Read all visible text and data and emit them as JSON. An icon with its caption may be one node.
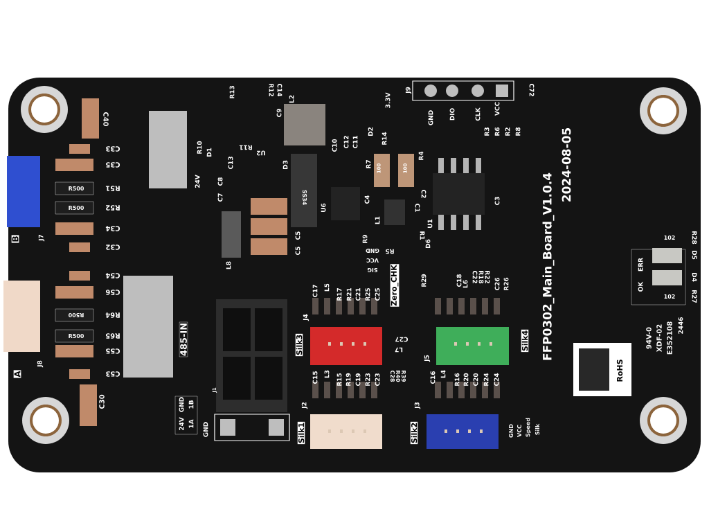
{
  "diagram": {
    "labels": [
      "C40",
      "R13",
      "R12",
      "C14",
      "L2",
      "C9",
      "C10",
      "C12",
      "C11",
      "D2",
      "R14",
      "3.3V",
      "J9",
      "GND",
      "DIO",
      "CLK",
      "VCC",
      "C72",
      "R3",
      "R6",
      "R2",
      "R8",
      "C33",
      "C35",
      "R10",
      "D1",
      "R11",
      "U2",
      "C13",
      "D3",
      "R7",
      "100",
      "100",
      "R4",
      "R500",
      "R51",
      "24V",
      "C8",
      "C7",
      "SS34",
      "U6",
      "C4",
      "C2",
      "C1",
      "C3",
      "R500",
      "R52",
      "L1",
      "U1",
      "C34",
      "B",
      "J7",
      "C5",
      "R9",
      "R1",
      "C5",
      "D6",
      "C32",
      "GND",
      "R5",
      "VCC",
      "SIG",
      "L8",
      "FFP0302_Main_Board_V1.0.4",
      "2024-08-05",
      "R28",
      "102",
      "ERR",
      "D5",
      "D4",
      "OK",
      "R27",
      "102",
      "C54",
      "R29",
      "Zero_CHK",
      "C18",
      "L6",
      "C22",
      "R18",
      "R22",
      "C26",
      "R26",
      "C17",
      "L5",
      "R17",
      "R21",
      "C21",
      "R25",
      "C25",
      "C56",
      "R500",
      "R64",
      "R500",
      "R65",
      "485-IN",
      "J4",
      "Silk3",
      "C27",
      "L7",
      "Silk4",
      "94V-0",
      "XDF-02",
      "E352108",
      "2446",
      "C55",
      "J5",
      "J8",
      "A",
      "C53",
      "C28",
      "R40",
      "R39",
      "RoHS",
      "C15",
      "L3",
      "R15",
      "R19",
      "C19",
      "R23",
      "C23",
      "C16",
      "L4",
      "R16",
      "R20",
      "C20",
      "R24",
      "C24",
      "J1",
      "C30",
      "J2",
      "J3",
      "24V",
      "GND",
      "1A",
      "1B",
      "GND",
      "Silk1",
      "Silk2",
      "GND",
      "VCC",
      "Speed",
      "Silk"
    ]
  }
}
